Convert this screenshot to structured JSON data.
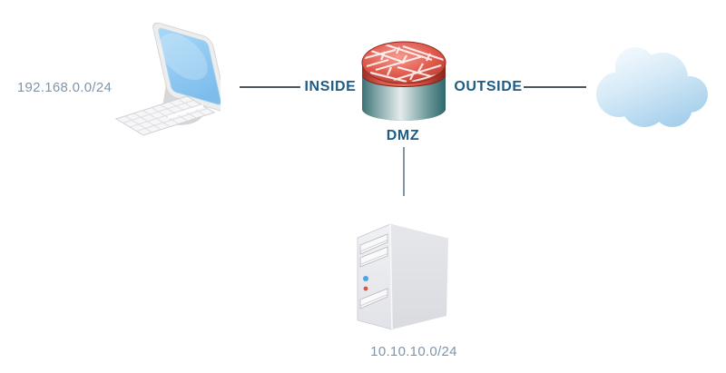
{
  "diagram": {
    "type": "network-topology",
    "nodes": {
      "pc": {
        "kind": "workstation",
        "network_label": "192.168.0.0/24"
      },
      "firewall": {
        "kind": "firewall",
        "interfaces": {
          "inside": "INSIDE",
          "outside": "OUTSIDE",
          "dmz": "DMZ"
        }
      },
      "internet": {
        "kind": "cloud"
      },
      "dmz_server": {
        "kind": "server",
        "network_label": "10.10.10.0/24"
      }
    },
    "links": [
      {
        "from": "pc",
        "to": "firewall",
        "interface": "INSIDE"
      },
      {
        "from": "firewall",
        "to": "internet",
        "interface": "OUTSIDE"
      },
      {
        "from": "firewall",
        "to": "dmz_server",
        "interface": "DMZ"
      }
    ],
    "colors": {
      "background": "#ffffff",
      "zone_label": "#1d5c85",
      "network_label": "#8095a8",
      "link_line": "#4a565c",
      "dmz_link_line": "#8296a8",
      "firewall_red": "#d9453a",
      "firewall_teal": "#3b7175",
      "cloud_blue": "#a6d0ec",
      "screen_blue": "#8cc6f0"
    }
  }
}
